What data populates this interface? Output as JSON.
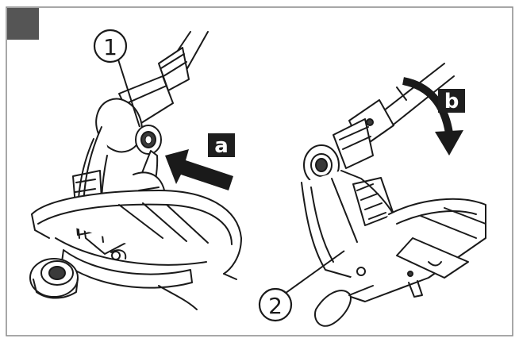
{
  "callouts": {
    "part_1": "1",
    "part_2": "2",
    "step_a": "a",
    "step_b": "b"
  },
  "colors": {
    "line": "#1a1a1a",
    "corner_block": "#555555",
    "tag_bg": "#1e1e1e",
    "tag_text": "#ffffff",
    "frame_border": "#8a8a8a",
    "shade": "#3a3a3a"
  },
  "icons": {
    "corner_block": "grey-square",
    "arrow_a": "straight-arrow-left",
    "arrow_b": "curved-arrow-down"
  }
}
